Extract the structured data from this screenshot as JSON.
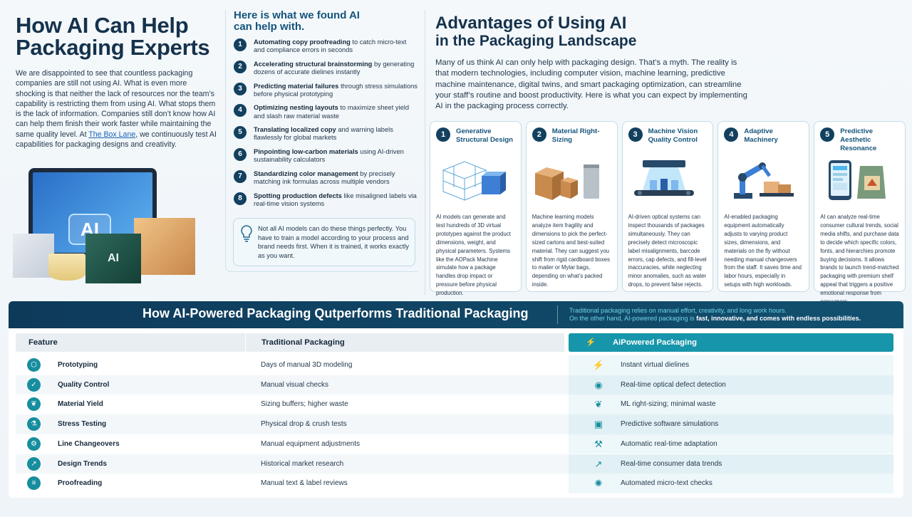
{
  "left": {
    "title_line1": "How AI Can Help",
    "title_line2": "Packaging Experts",
    "intro_before_link": "We are disappointed to see that countless packaging companies are still not using AI. What is even more shocking is that neither the lack of resources nor the team’s capability is restricting them from using AI. What stops them is the lack of information. Companies still don’t know how AI can help them finish their work faster while maintaining the same quality level. At ",
    "intro_link": "The Box Lane",
    "intro_after_link": ", we continuously test AI capabilities for packaging designs and creativity.",
    "illustration": {
      "laptop_label": "AI",
      "box_label": "AI"
    }
  },
  "middle": {
    "title_line1": "Here is what we found AI",
    "title_line2": "can help with.",
    "items": [
      {
        "num": "1",
        "bold": "Automating copy proofreading",
        "rest": " to catch micro-text and compliance errors in seconds"
      },
      {
        "num": "2",
        "bold": "Accelerating structural brainstorming",
        "rest": " by generating dozens of accurate dielines instantly"
      },
      {
        "num": "3",
        "bold": "Predicting material failures",
        "rest": " through stress simulations before physical prototyping"
      },
      {
        "num": "4",
        "bold": "Optimizing nesting layouts",
        "rest": " to maximize sheet yield and slash raw material waste"
      },
      {
        "num": "5",
        "bold": "Translating localized copy",
        "rest": " and warning labels flawlessly for global markets"
      },
      {
        "num": "6",
        "bold": "Pinpointing low-carbon materials",
        "rest": " using AI-driven sustainability calculators"
      },
      {
        "num": "7",
        "bold": "Standardizing color management",
        "rest": " by precisely matching ink formulas across multiple vendors"
      },
      {
        "num": "8",
        "bold": "Spotting production defects",
        "rest": " like misaligned labels via real-time vision systems"
      }
    ],
    "note": "Not all AI models can do these things perfectly. You have to train a model according to your process and brand needs first. When it is trained, it works exactly as you want.",
    "note_icon": "lightbulb-icon"
  },
  "right": {
    "title_line1": "Advantages of Using AI",
    "title_line2": "in the Packaging Landscape",
    "intro": "Many of us think AI can only help with packaging design. That’s a myth. The reality is that modern technologies, including computer vision, machine learning, predictive machine maintenance, digital twins, and smart packaging optimization, can streamline your staff’s routine and boost productivity. Here is what you can expect by implementing AI in the packaging process correctly.",
    "cards": [
      {
        "num": "1",
        "title": "Generative Structural Design",
        "desc": "AI models can generate and test hundreds of 3D virtual prototypes against the product dimensions, weight, and physical parameters. Systems like the AOPack Machine simulate how a package handles drop impact or pressure before physical production.",
        "image": "wireframe-box"
      },
      {
        "num": "2",
        "title": "Material Right-Sizing",
        "desc": "Machine learning models analyze item fragility and dimensions to pick the perfect-sized cartons and best-suited material. They can suggest you shift from rigid cardboard boxes to mailer or Mylar bags, depending on what’s packed inside.",
        "image": "cartons-and-bag"
      },
      {
        "num": "3",
        "title": "Machine Vision Quality Control",
        "desc": "AI-driven optical systems can inspect thousands of packages simultaneously. They can precisely detect microscopic label misalignments, barcode errors, cap defects, and fill-level inaccuracies, while neglecting minor anomalies, such as water drops, to prevent false rejects.",
        "image": "vision-scanner"
      },
      {
        "num": "4",
        "title": "Adaptive Machinery",
        "desc": "AI-enabled packaging equipment automatically adjusts to varying product sizes, dimensions, and materials on the fly without needing manual changeovers from the staff. It saves time and labor hours, especially in setups with high workloads.",
        "image": "robot-arm"
      },
      {
        "num": "5",
        "title": "Predictive Aesthetic Resonance",
        "desc": "AI can analyze real-time consumer cultural trends, social media shifts, and purchase data to decide which specific colors, fonts, and hierarchies promote buying decisions. It allows brands to launch trend-matched packaging with premium shelf appeal that triggers a positive emotional response from consumers.",
        "image": "phone-and-pouch"
      }
    ]
  },
  "banner": {
    "title": "How AI-Powered Packaging Qutperforms Traditional Packaging",
    "note_line1": "Traditional packaging relies on manual effort, creativity, and long work hours.",
    "note_line2_before": "On the other hand, AI-powered packaging is ",
    "note_line2_bold": "fast, innovative, and comes with endless possibilities."
  },
  "table": {
    "headers": {
      "feature": "Feature",
      "traditional": "Traditional Packaging",
      "ai": "AiPowered Packaging"
    },
    "ai_header_icon": "lightning-icon",
    "rows": [
      {
        "feature": "Prototyping",
        "traditional": "Days of manual 3D modeling",
        "ai": "Instant virtual dielines",
        "feature_icon": "cube-icon",
        "ai_icon": "lightning-icon"
      },
      {
        "feature": "Quality Control",
        "traditional": "Manual visual checks",
        "ai": "Real-time optical defect detection",
        "feature_icon": "shield-check-icon",
        "ai_icon": "eye-icon"
      },
      {
        "feature": "Material Yield",
        "traditional": "Sizing buffers; higher waste",
        "ai": "ML right-sizing; minimal waste",
        "feature_icon": "leaf-icon",
        "ai_icon": "leaf-icon"
      },
      {
        "feature": "Stress Testing",
        "traditional": "Physical drop & crush tests",
        "ai": "Predictive software simulations",
        "feature_icon": "flask-icon",
        "ai_icon": "chip-icon"
      },
      {
        "feature": "Line Changeovers",
        "traditional": "Manual equipment adjustments",
        "ai": "Automatic real-time adaptation",
        "feature_icon": "gear-icon",
        "ai_icon": "robot-arm-icon"
      },
      {
        "feature": "Design Trends",
        "traditional": "Historical market research",
        "ai": "Real-time consumer data trends",
        "feature_icon": "chart-line-icon",
        "ai_icon": "chart-line-icon"
      },
      {
        "feature": "Proofreading",
        "traditional": "Manual text & label reviews",
        "ai": "Automated micro-text checks",
        "feature_icon": "document-icon",
        "ai_icon": "network-icon"
      }
    ]
  },
  "colors": {
    "navy": "#15324c",
    "title_blue": "#14547b",
    "teal": "#168e9e",
    "banner": "#0e3a5a",
    "ai_header": "#1796ab",
    "banner_note": "#6fd3e6"
  }
}
